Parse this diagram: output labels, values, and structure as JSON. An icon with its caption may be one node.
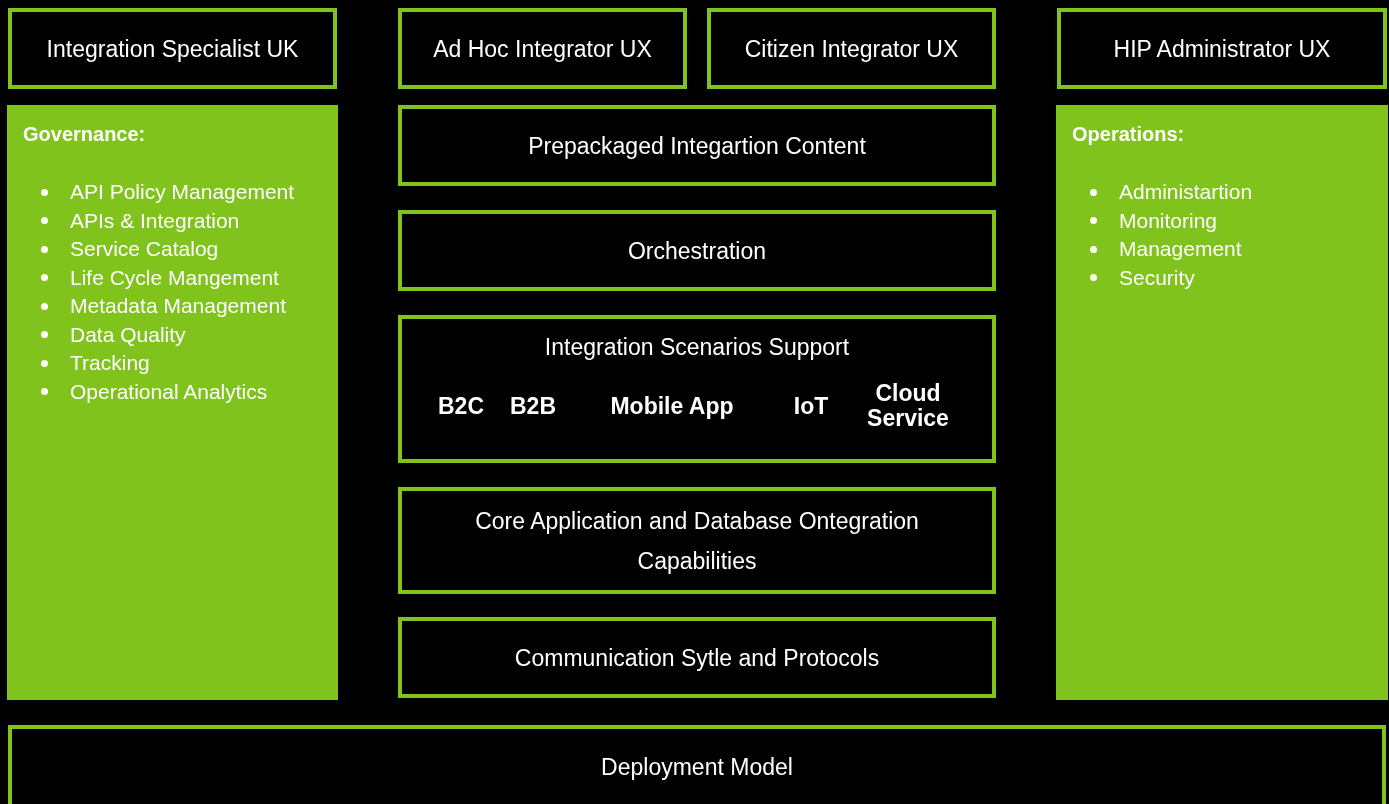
{
  "diagram": {
    "nodes": [
      {
        "text": [
          "Integration Specialist UK"
        ]
      },
      {
        "text": [
          "Ad Hoc Integrator UX"
        ]
      },
      {
        "text": [
          "Citizen Integrator UX"
        ]
      },
      {
        "text": [
          "HIP Administrator UX"
        ]
      },
      {
        "text": [
          "Governance:",
          "API Policy Management",
          "APIs & Integration",
          "Service Catalog",
          "Life Cycle Mangement",
          "Metadata Management",
          "Data Quality",
          "Tracking",
          "Operational Analytics"
        ]
      },
      {
        "text": [
          "Prepackaged Integartion Content"
        ]
      },
      {
        "text": [
          "Orchestration"
        ]
      },
      {
        "text": [
          "Integration Scenarios Support",
          "B2C",
          "B2B",
          "Mobile App",
          "IoT",
          "Cloud Service"
        ]
      },
      {
        "text": [
          "Core Application and Database Ontegration Capabilities"
        ]
      },
      {
        "text": [
          "Communication Sytle and Protocols"
        ]
      },
      {
        "text": [
          "Operations:",
          "Administartion",
          "Monitoring",
          "Management",
          "Security"
        ]
      },
      {
        "text": [
          "Deployment Model"
        ]
      }
    ]
  }
}
